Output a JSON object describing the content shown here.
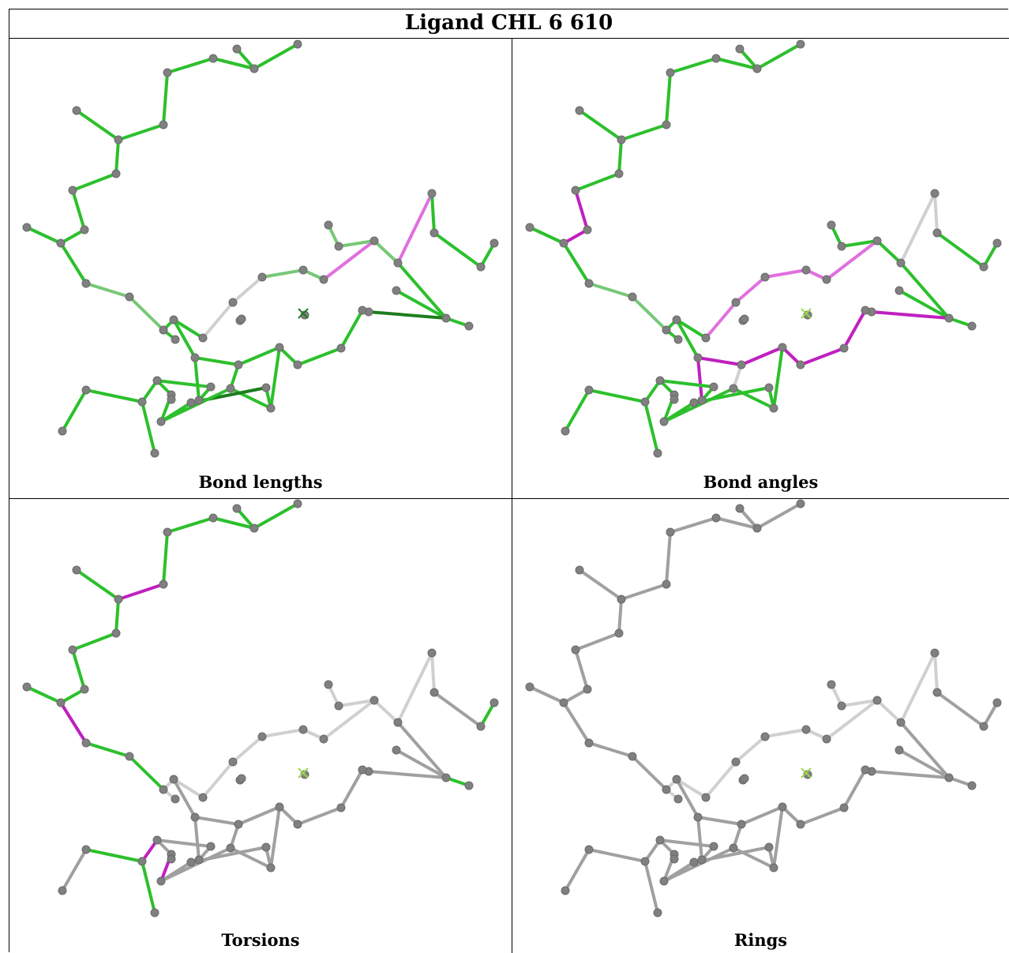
{
  "title": "Ligand CHL 6 610",
  "panels": [
    {
      "id": "p1",
      "caption": "Bond lengths"
    },
    {
      "id": "p2",
      "caption": "Bond angles"
    },
    {
      "id": "p3",
      "caption": "Torsions"
    },
    {
      "id": "p4",
      "caption": "Rings"
    }
  ],
  "colors": {
    "green": "#2cc02c",
    "dark_green": "#1d7d1d",
    "light_green": "#78c878",
    "magenta": "#c020c0",
    "light_magenta": "#e070e0",
    "grey": "#a0a0a0",
    "light_grey": "#d0d0d0",
    "atom": "#808080"
  }
}
